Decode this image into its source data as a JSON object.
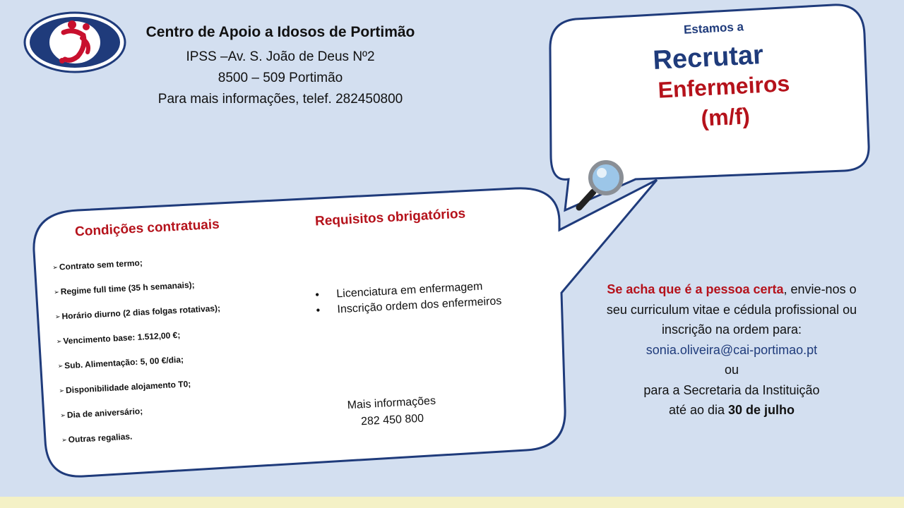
{
  "header": {
    "org_name": "Centro de Apoio a Idosos de Portimão",
    "address_line": "IPSS –Av. S. João de Deus Nº2",
    "postal_line": "8500 – 509  Portimão",
    "contact_line": "Para mais informações, telef. 282450800"
  },
  "recruit": {
    "intro": "Estamos a",
    "headline": "Recrutar",
    "role": "Enfermeiros",
    "gender": "(m/f)"
  },
  "conditions": {
    "title": "Condições contratuais",
    "items": [
      "Contrato sem termo;",
      "Regime full time (35 h semanais);",
      "Horário diurno (2 dias folgas rotativas);",
      "Vencimento base: 1.512,00 €;",
      "Sub. Alimentação: 5, 00 €/dia;",
      "Disponibilidade alojamento T0;",
      "Dia de aniversário;",
      "Outras regalias."
    ]
  },
  "requirements": {
    "title": "Requisitos obrigatórios",
    "items": [
      "Licenciatura em enfermagem",
      "Inscrição ordem dos enfermeiros"
    ],
    "more_info_label": "Mais informações",
    "more_info_phone": "282 450 800"
  },
  "apply": {
    "highlight": "Se acha que é a pessoa certa",
    "text1": ", envie-nos o seu curriculum vitae e cédula profissional ou inscrição na ordem para:",
    "email": "sonia.oliveira@cai-portimao.pt",
    "or": "ou",
    "text2": "para a Secretaria da Instituição",
    "deadline_prefix": "até ao dia ",
    "deadline": "30 de julho"
  },
  "colors": {
    "background": "#d3dff0",
    "navy": "#1f3b7b",
    "red": "#b5121b",
    "bubble_stroke": "#1f3b7b"
  },
  "icons": {
    "logo": "cai-logo",
    "magnifier": "magnifier-icon",
    "list_marker": "arrow-bullet-icon"
  }
}
